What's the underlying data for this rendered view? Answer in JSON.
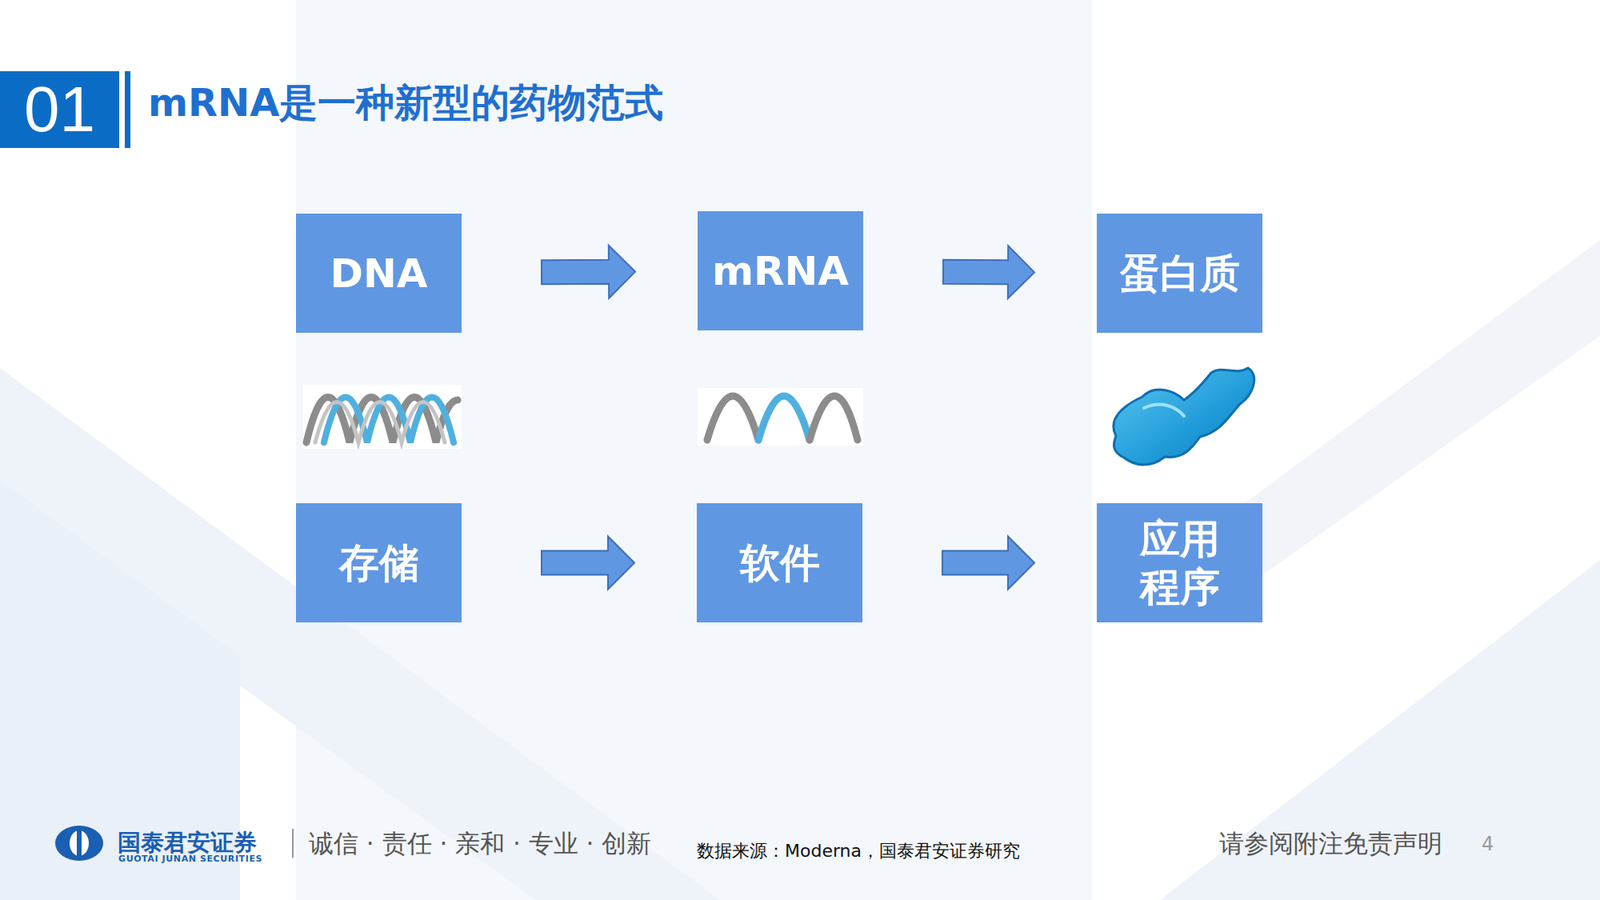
{
  "diagram": {
    "title": "mRNA是一种新型的药物范式",
    "nodes": [
      {
        "text": [
          "DNA"
        ]
      },
      {
        "text": [
          "mRNA"
        ]
      },
      {
        "text": [
          "蛋白质"
        ]
      },
      {
        "text": [
          "存储"
        ]
      },
      {
        "text": [
          "软件"
        ]
      },
      {
        "text": [
          "应用 程序"
        ]
      }
    ],
    "edges": [
      {
        "from": 0,
        "to": 1,
        "arrow": "to"
      },
      {
        "from": 1,
        "to": 2,
        "arrow": "to"
      },
      {
        "from": 3,
        "to": 4,
        "arrow": "to"
      },
      {
        "from": 4,
        "to": 5,
        "arrow": "to"
      }
    ],
    "labels": [
      "01",
      "国泰君安证券",
      "GUOTAI JUNAN SECURITIES",
      "诚信 · 责任 · 亲和 · 专业 · 创新",
      "数据来源：Moderna，国泰君安证券研究",
      "请参阅附注免责声明",
      "4"
    ]
  }
}
